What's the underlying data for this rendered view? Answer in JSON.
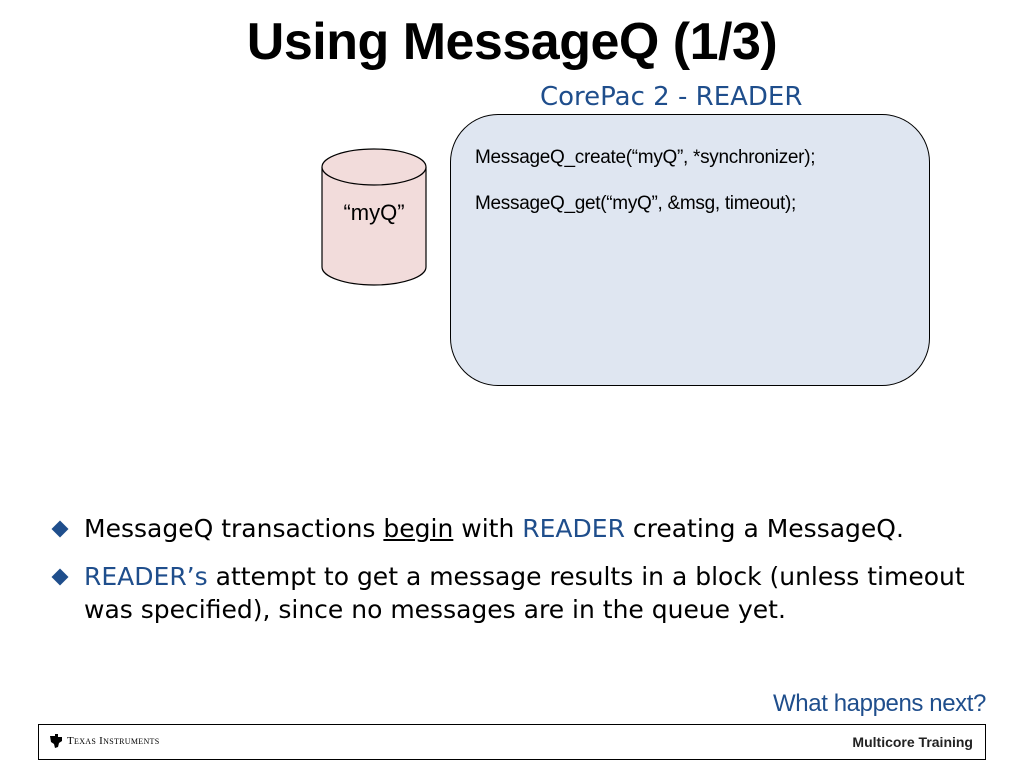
{
  "slide": {
    "title": "Using MessageQ (1/3)",
    "subtitle": "CorePac 2 - READER"
  },
  "reader_box": {
    "code_line_1": "MessageQ_create(“myQ”, *synchronizer);",
    "code_line_2": "MessageQ_get(“myQ”, &msg, timeout);"
  },
  "queue": {
    "label": "“myQ”",
    "fill_color": "#f2dcdb"
  },
  "bullets": [
    {
      "part1": "MessageQ transactions ",
      "underlined": "begin",
      "part2": " with ",
      "highlight": "READER",
      "part3": " creating a MessageQ."
    },
    {
      "highlight": "READER’s",
      "rest": " attempt to get a message results in a block (unless timeout was specified), since no messages are in the queue yet."
    }
  ],
  "next_prompt": "What happens next?",
  "footer": {
    "brand": "Texas Instruments",
    "training": "Multicore Training"
  },
  "colors": {
    "accent": "#1f4e8c",
    "box_fill": "#dfe6f1"
  },
  "icons": [
    "ti-logo-icon",
    "diamond-bullet-icon",
    "cylinder-queue-icon"
  ]
}
